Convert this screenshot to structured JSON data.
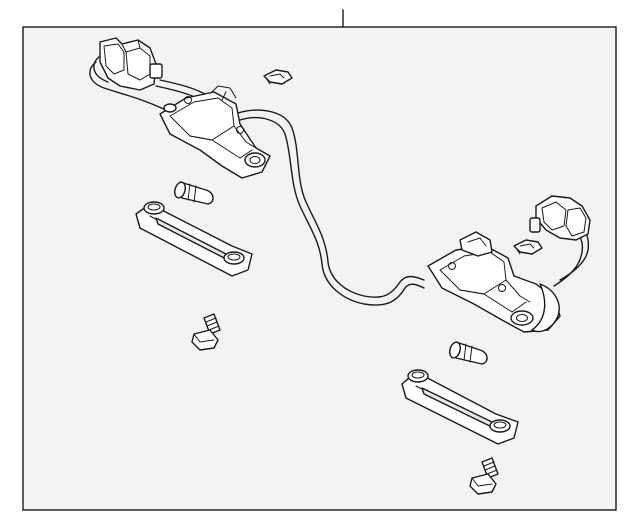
{
  "diagram": {
    "frame_color": "#1a1a1a",
    "background_color": "#f3f3f3",
    "parts": [
      "harness-connector-left",
      "harness-connector-right",
      "wire-clip-left",
      "wire-clip-right",
      "lamp-housing-left",
      "lamp-housing-right",
      "bulb-left",
      "bulb-right",
      "lens-gasket-left",
      "lens-gasket-right",
      "screw-left",
      "screw-right"
    ]
  }
}
